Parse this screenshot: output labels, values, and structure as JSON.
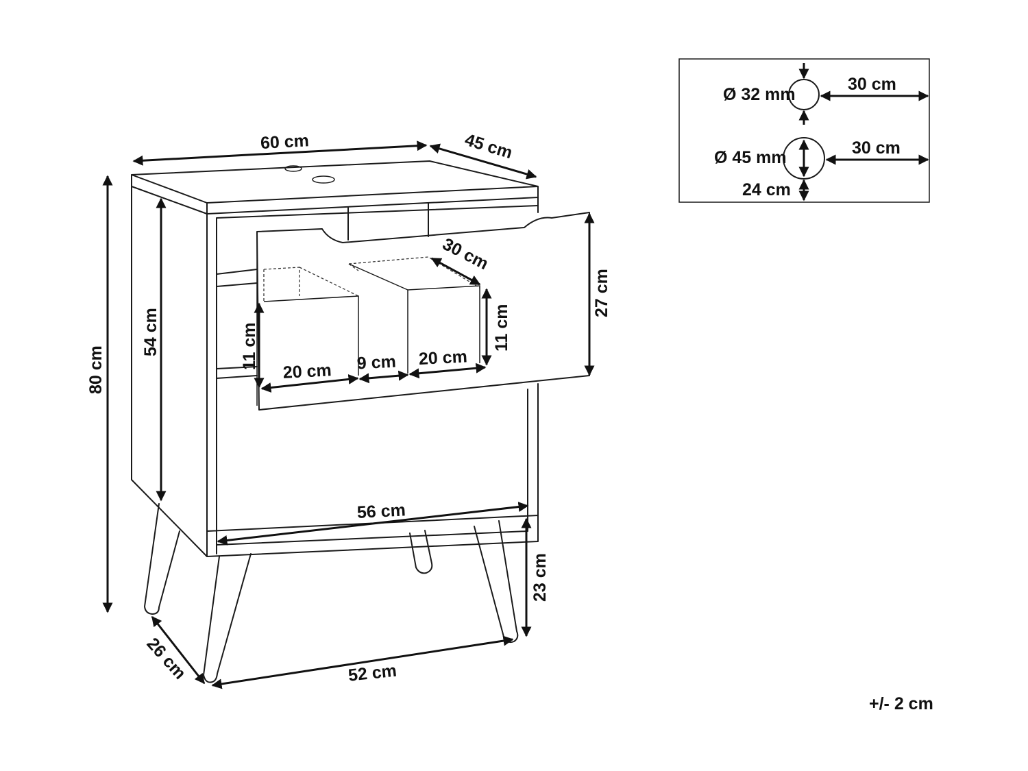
{
  "dimensions": {
    "width": "60 cm",
    "depth": "45 cm",
    "height": "80 cm",
    "inner_height": "54 cm",
    "drawer_height": "27 cm",
    "compartment_depth": "30 cm",
    "compartment_height_left": "11 cm",
    "compartment_height_right": "11 cm",
    "compartment_width_left": "20 cm",
    "compartment_gap": "9 cm",
    "compartment_width_right": "20 cm",
    "inner_width": "56 cm",
    "leg_height": "23 cm",
    "leg_span_depth": "26 cm",
    "leg_span_width": "52 cm"
  },
  "holes": {
    "small_diameter": "Ø 32 mm",
    "small_offset": "30 cm",
    "large_diameter": "Ø 45 mm",
    "large_offset": "30 cm",
    "large_from_edge": "24 cm"
  },
  "tolerance": "+/- 2 cm"
}
